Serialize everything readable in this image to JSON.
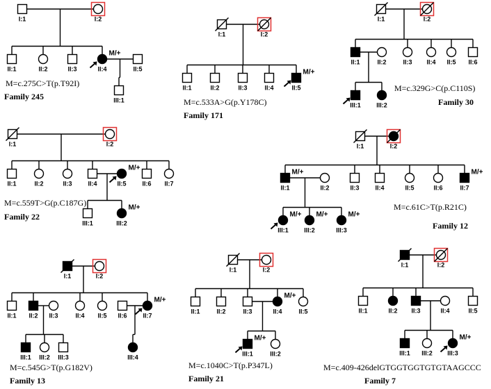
{
  "colors": {
    "ink": "#000000",
    "proband_box": "#e03030",
    "bg": "#ffffff"
  },
  "families": [
    {
      "id": "245",
      "title": "Family 245",
      "mutation": "M=c.275C>T(p.T92I)",
      "individuals": [
        {
          "label": "I:1",
          "sex": "M",
          "affected": false,
          "deceased": false
        },
        {
          "label": "I:2",
          "sex": "F",
          "affected": false,
          "deceased": false,
          "boxed": true
        },
        {
          "label": "II:1",
          "sex": "M",
          "affected": false
        },
        {
          "label": "II:2",
          "sex": "F",
          "affected": false
        },
        {
          "label": "II:3",
          "sex": "M",
          "affected": false
        },
        {
          "label": "II:4",
          "sex": "F",
          "affected": true,
          "proband": true,
          "carrier": "M/+"
        },
        {
          "label": "II:5",
          "sex": "M",
          "affected": false
        },
        {
          "label": "III:1",
          "sex": "M",
          "affected": false
        }
      ]
    },
    {
      "id": "171",
      "title": "Family 171",
      "mutation": "M=c.533A>G(p.Y178C)",
      "individuals": [
        {
          "label": "I:1",
          "sex": "M",
          "affected": false,
          "deceased": true
        },
        {
          "label": "I:2",
          "sex": "F",
          "affected": false,
          "deceased": true,
          "boxed": true
        },
        {
          "label": "II:1",
          "sex": "M",
          "affected": false
        },
        {
          "label": "II:2",
          "sex": "M",
          "affected": false
        },
        {
          "label": "II:3",
          "sex": "M",
          "affected": false
        },
        {
          "label": "II:4",
          "sex": "M",
          "affected": false
        },
        {
          "label": "II:5",
          "sex": "M",
          "affected": true,
          "proband": true,
          "carrier": "M/+"
        }
      ]
    },
    {
      "id": "30",
      "title": "Family 30",
      "mutation": "M=c.329G>C(p.C110S)",
      "individuals": [
        {
          "label": "I:1",
          "sex": "M",
          "deceased": true
        },
        {
          "label": "I:2",
          "sex": "F",
          "deceased": true,
          "boxed": true
        },
        {
          "label": "II:1",
          "sex": "M",
          "affected": true
        },
        {
          "label": "II:2",
          "sex": "F"
        },
        {
          "label": "II:3",
          "sex": "F"
        },
        {
          "label": "II:4",
          "sex": "F"
        },
        {
          "label": "II:5",
          "sex": "F"
        },
        {
          "label": "II:6",
          "sex": "M"
        },
        {
          "label": "III:1",
          "sex": "M",
          "affected": true,
          "proband": true
        },
        {
          "label": "III:2",
          "sex": "F",
          "affected": true
        }
      ]
    },
    {
      "id": "22",
      "title": "Family 22",
      "mutation": "M=c.559T>G(p.C187G)",
      "individuals": [
        {
          "label": "I:1",
          "sex": "M",
          "deceased": true
        },
        {
          "label": "I:2",
          "sex": "F",
          "boxed": true
        },
        {
          "label": "II:1",
          "sex": "M"
        },
        {
          "label": "II:2",
          "sex": "F"
        },
        {
          "label": "II:3",
          "sex": "F"
        },
        {
          "label": "II:4",
          "sex": "M"
        },
        {
          "label": "II:5",
          "sex": "F",
          "affected": true,
          "proband": true,
          "carrier": "M/+"
        },
        {
          "label": "II:6",
          "sex": "M"
        },
        {
          "label": "II:7",
          "sex": "F"
        },
        {
          "label": "III:1",
          "sex": "M"
        },
        {
          "label": "III:2",
          "sex": "F",
          "affected": true,
          "carrier": "M/+"
        }
      ]
    },
    {
      "id": "12",
      "title": "Family 12",
      "mutation": "M=c.61C>T(p.R21C)",
      "individuals": [
        {
          "label": "I:1",
          "sex": "M",
          "deceased": true
        },
        {
          "label": "I:2",
          "sex": "F",
          "affected": true,
          "deceased": true,
          "boxed": true
        },
        {
          "label": "II:1",
          "sex": "M",
          "affected": true,
          "carrier": "M/+"
        },
        {
          "label": "II:2",
          "sex": "F"
        },
        {
          "label": "II:3",
          "sex": "M"
        },
        {
          "label": "II:4",
          "sex": "M"
        },
        {
          "label": "II:5",
          "sex": "F"
        },
        {
          "label": "II:6",
          "sex": "F"
        },
        {
          "label": "II:7",
          "sex": "M",
          "affected": true,
          "carrier": "M/+"
        },
        {
          "label": "III:1",
          "sex": "F",
          "affected": true,
          "proband": true,
          "carrier": "M/+"
        },
        {
          "label": "III:2",
          "sex": "F",
          "affected": true,
          "carrier": "M/+"
        },
        {
          "label": "III:3",
          "sex": "F",
          "affected": true,
          "carrier": "M/+"
        }
      ]
    },
    {
      "id": "13",
      "title": "Family 13",
      "mutation": "M=c.545G>T(p.G182V)",
      "individuals": [
        {
          "label": "I:1",
          "sex": "M",
          "affected": true,
          "deceased": true
        },
        {
          "label": "I:2",
          "sex": "F",
          "boxed": true
        },
        {
          "label": "II:1",
          "sex": "M"
        },
        {
          "label": "II:2",
          "sex": "M",
          "affected": true
        },
        {
          "label": "II:3",
          "sex": "F"
        },
        {
          "label": "II:4",
          "sex": "F"
        },
        {
          "label": "II:5",
          "sex": "F"
        },
        {
          "label": "II:6",
          "sex": "M"
        },
        {
          "label": "II:7",
          "sex": "F",
          "affected": true,
          "proband": true,
          "carrier": "M/+"
        },
        {
          "label": "III:1",
          "sex": "M",
          "affected": true
        },
        {
          "label": "III:2",
          "sex": "F"
        },
        {
          "label": "III:3",
          "sex": "M"
        },
        {
          "label": "III:4",
          "sex": "F",
          "affected": true
        }
      ]
    },
    {
      "id": "21",
      "title": "Family 21",
      "mutation": "M=c.1040C>T(p.P347L)",
      "individuals": [
        {
          "label": "I:1",
          "sex": "M",
          "deceased": true
        },
        {
          "label": "I:2",
          "sex": "F",
          "boxed": true
        },
        {
          "label": "II:1",
          "sex": "M"
        },
        {
          "label": "II:2",
          "sex": "M"
        },
        {
          "label": "II:3",
          "sex": "M"
        },
        {
          "label": "II:4",
          "sex": "F",
          "affected": true,
          "carrier": "M/+"
        },
        {
          "label": "II:5",
          "sex": "F"
        },
        {
          "label": "III:1",
          "sex": "M",
          "affected": true,
          "proband": true,
          "carrier": "M/+"
        },
        {
          "label": "III:2",
          "sex": "F"
        }
      ]
    },
    {
      "id": "7",
      "title": "Family 7",
      "mutation": "M=c.409-426delGTGGTGGTGTGTAAGCCC",
      "individuals": [
        {
          "label": "I:1",
          "sex": "M",
          "affected": true,
          "deceased": true
        },
        {
          "label": "I:2",
          "sex": "F",
          "deceased": true,
          "boxed": true
        },
        {
          "label": "II:1",
          "sex": "M"
        },
        {
          "label": "II:2",
          "sex": "F",
          "affected": true
        },
        {
          "label": "II:3",
          "sex": "M",
          "affected": true
        },
        {
          "label": "II:4",
          "sex": "F"
        },
        {
          "label": "II:5",
          "sex": "M"
        },
        {
          "label": "III:1",
          "sex": "M",
          "affected": true
        },
        {
          "label": "III:2",
          "sex": "F"
        },
        {
          "label": "III:3",
          "sex": "F",
          "affected": true,
          "proband": true,
          "carrier": "M/+"
        }
      ]
    }
  ]
}
